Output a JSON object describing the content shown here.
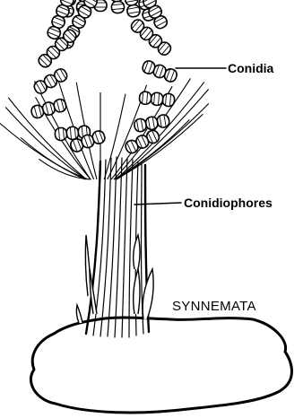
{
  "diagram": {
    "labels": {
      "conidia": "Conidia",
      "conidiophores": "Conidiophores",
      "synnemata": "SYNNEMATA"
    },
    "colors": {
      "ink": "#000000",
      "background": "#ffffff",
      "conidium_fill": "#ffffff"
    }
  }
}
